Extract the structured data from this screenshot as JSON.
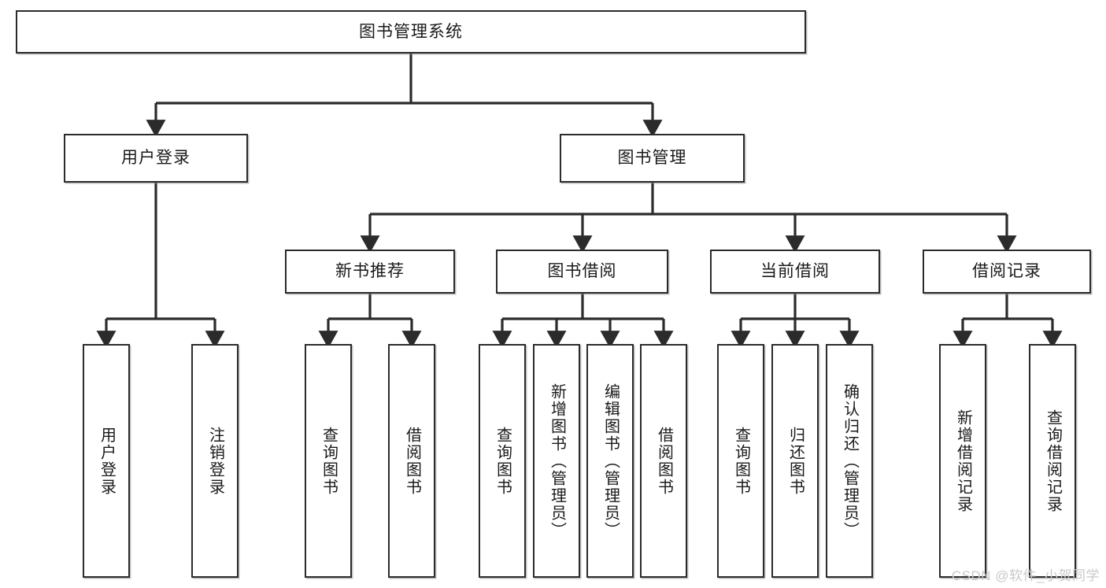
{
  "diagram": {
    "title": "图书管理系统",
    "type": "tree-hierarchy",
    "style": {
      "box_fill": "#ffffff",
      "box_stroke": "#2b2b2b",
      "text_color": "#1a1a1a",
      "edge_color": "#2b2b2b",
      "background": "#ffffff"
    },
    "nodes": {
      "root": {
        "label": "图书管理系统"
      },
      "level2": [
        {
          "id": "user-login",
          "label": "用户登录"
        },
        {
          "id": "book-manage",
          "label": "图书管理"
        }
      ],
      "level3": [
        {
          "id": "new-book-recommend",
          "label": "新书推荐"
        },
        {
          "id": "book-borrow",
          "label": "图书借阅"
        },
        {
          "id": "current-borrow",
          "label": "当前借阅"
        },
        {
          "id": "borrow-record",
          "label": "借阅记录"
        }
      ],
      "leaves": {
        "user-login": [
          {
            "id": "leaf-user-login",
            "label": "用户登录"
          },
          {
            "id": "leaf-user-logout",
            "label": "注销登录"
          }
        ],
        "new-book-recommend": [
          {
            "id": "leaf-query-book-1",
            "label": "查询图书"
          },
          {
            "id": "leaf-borrow-book-1",
            "label": "借阅图书"
          }
        ],
        "book-borrow": [
          {
            "id": "leaf-query-book-2",
            "label": "查询图书"
          },
          {
            "id": "leaf-add-book",
            "label": "新增图书（管理员）"
          },
          {
            "id": "leaf-edit-book",
            "label": "编辑图书（管理员）"
          },
          {
            "id": "leaf-borrow-book-2",
            "label": "借阅图书"
          }
        ],
        "current-borrow": [
          {
            "id": "leaf-query-book-3",
            "label": "查询图书"
          },
          {
            "id": "leaf-return-book",
            "label": "归还图书"
          },
          {
            "id": "leaf-confirm-return",
            "label": "确认归还（管理员）"
          }
        ],
        "borrow-record": [
          {
            "id": "leaf-add-record",
            "label": "新增借阅记录"
          },
          {
            "id": "leaf-query-record",
            "label": "查询借阅记录"
          }
        ]
      }
    }
  },
  "watermark": {
    "text": "CSDN @软件_小贺同学"
  }
}
